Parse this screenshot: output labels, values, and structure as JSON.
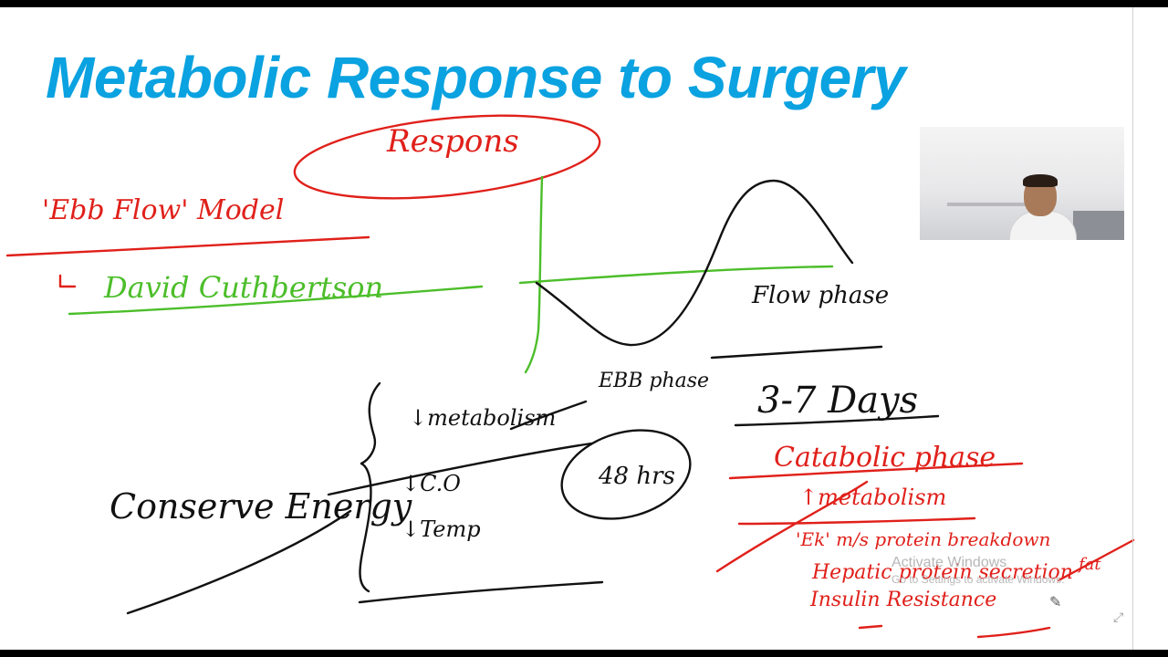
{
  "slide": {
    "title": "Metabolic Response to Surgery"
  },
  "handwriting": {
    "response": "Respons",
    "ebb_flow_model": "'Ebb Flow' Model",
    "david_cuthbertson": "David Cuthbertson",
    "flow_phase": "Flow phase",
    "days": "3-7 Days",
    "ebb_phase": "EBB phase",
    "ebb_duration": "48 hrs",
    "down_metabolism": "↓metabolism",
    "down_cardiac_output": "↓C.O",
    "down_temp": "↓Temp",
    "conserve_energy": "Conserve Energy",
    "catabolic_phase": "Catabolic phase",
    "up_metabolism": "↑metabolism",
    "protein_breakdown": "'Ek' m/s protein breakdown",
    "hepatic_protein_secretion": "Hepatic protein secretion",
    "insulin_resistance": "Insulin Resistance",
    "fat": "fat"
  },
  "ink_colors": {
    "red": "#e0201a",
    "green": "#4cbe2a",
    "black": "#111111",
    "title_blue": "#0aa2e0"
  },
  "watermark": {
    "title": "Activate Windows",
    "subtitle": "Go to Settings to activate Windows."
  },
  "icons": {
    "pen": "pen-icon",
    "corner": "expand-icon"
  }
}
